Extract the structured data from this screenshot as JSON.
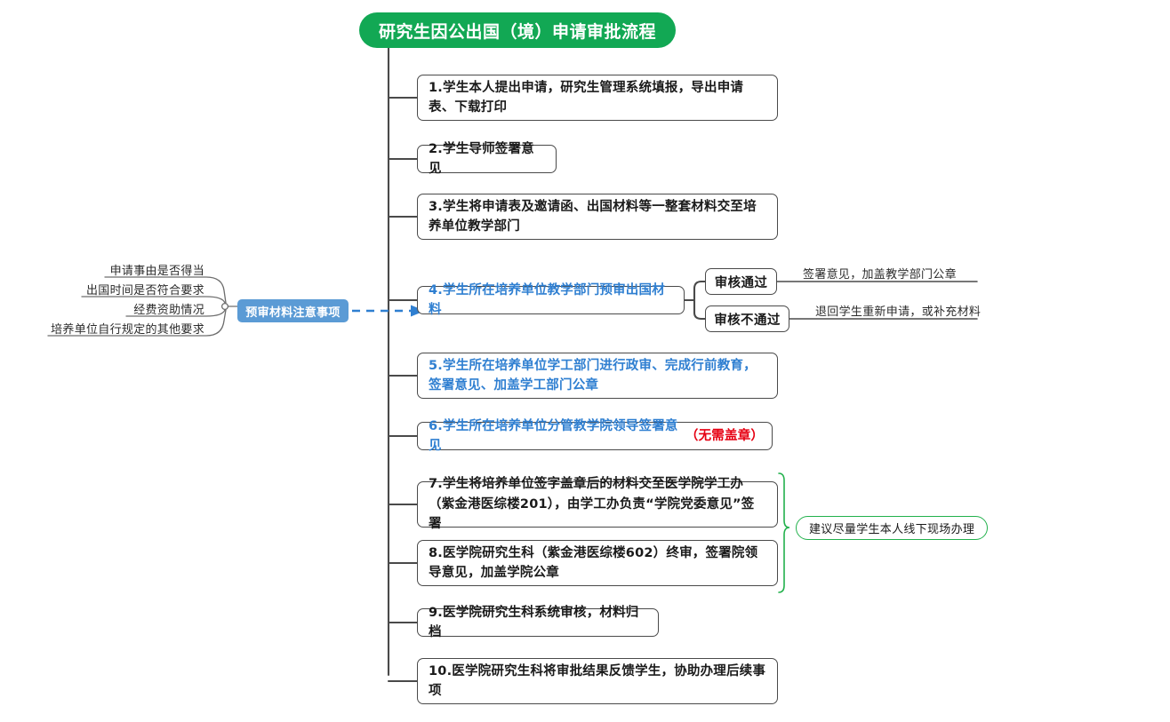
{
  "root": {
    "title": "研究生因公出国（境）申请审批流程",
    "color": "#12a854"
  },
  "steps": [
    {
      "id": "step-1",
      "text": "1.学生本人提出申请，研究生管理系统填报，导出申请表、下载打印",
      "style": "dark"
    },
    {
      "id": "step-2",
      "text": "2.学生导师签署意见",
      "style": "dark"
    },
    {
      "id": "step-3",
      "text": "3.学生将申请表及邀请函、出国材料等一整套材料交至培养单位教学部门",
      "style": "dark"
    },
    {
      "id": "step-4",
      "text": "4.学生所在培养单位教学部门预审出国材料",
      "style": "blue"
    },
    {
      "id": "step-5",
      "text": "5.学生所在培养单位学工部门进行政审、完成行前教育，签署意见、加盖学工部门公章",
      "style": "blue"
    },
    {
      "id": "step-6",
      "text": "6.学生所在培养单位分管教学院领导签署意见",
      "style": "blue",
      "red_suffix": "（无需盖章）"
    },
    {
      "id": "step-7",
      "text": "7.学生将培养单位签字盖章后的材料交至医学院学工办（紫金港医综楼201），由学工办负责“学院党委意见”签署",
      "style": "dark"
    },
    {
      "id": "step-8",
      "text": "8.医学院研究生科（紫金港医综楼602）终审，签署院领导意见，加盖学院公章",
      "style": "dark"
    },
    {
      "id": "step-9",
      "text": "9.医学院研究生科系统审核，材料归档",
      "style": "dark"
    },
    {
      "id": "step-10",
      "text": "10.医学院研究生科将审批结果反馈学生，协助办理后续事项",
      "style": "dark"
    }
  ],
  "review_outcomes": [
    {
      "id": "outcome-pass",
      "label": "审核通过",
      "note": "签署意见，加盖教学部门公章"
    },
    {
      "id": "outcome-fail",
      "label": "审核不通过",
      "note": "退回学生重新申请，或补充材料"
    }
  ],
  "precheck": {
    "callout_label": "预审材料注意事项",
    "callout_color": "#5b9bd5",
    "items": [
      "申请事由是否得当",
      "出国时间是否符合要求",
      "经费资助情况",
      "培养单位自行规定的其他要求"
    ]
  },
  "annotation": {
    "text": "建议尽量学生本人线下现场办理",
    "color": "#22b14c"
  },
  "colors": {
    "line": "#4a4a4a",
    "blue_text": "#2f7fd1",
    "red_text": "#e60012",
    "green": "#12a854",
    "callout_blue": "#5b9bd5"
  }
}
